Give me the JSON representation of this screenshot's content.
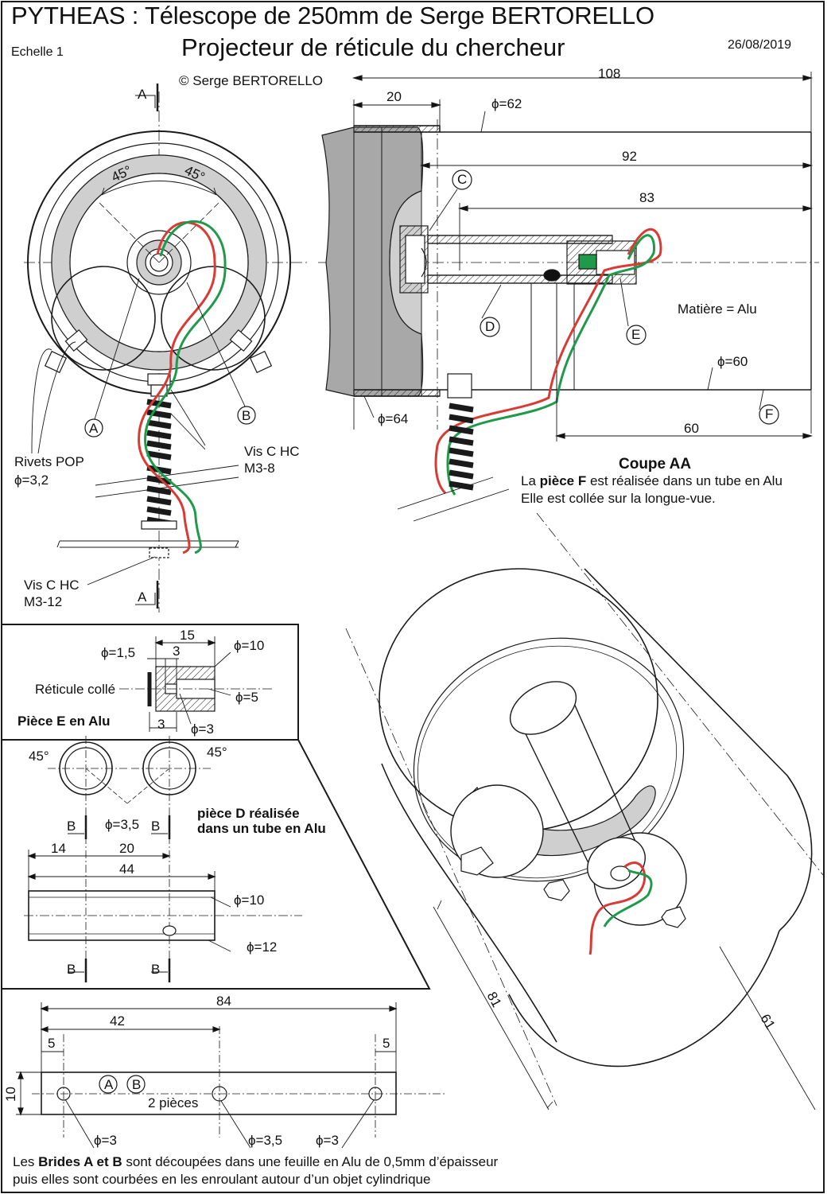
{
  "header": {
    "title": "PYTHEAS : Télescope de 250mm de Serge BERTORELLO",
    "subtitle": "Projecteur de réticule du chercheur",
    "scale": "Echelle 1",
    "date": "26/08/2019",
    "copyright": "© Serge BERTORELLO"
  },
  "front_view": {
    "section_mark": "A",
    "angle_left": "45°",
    "angle_right": "45°",
    "label_a": "A",
    "label_b": "B",
    "rivets": "Rivets POP",
    "rivets_dia": "ϕ=3,2",
    "screw_top_1": "Vis C HC",
    "screw_top_2": "M3-8",
    "screw_bottom_1": "Vis C HC",
    "screw_bottom_2": "M3-12"
  },
  "section_view": {
    "dim_108": "108",
    "dim_20": "20",
    "dim_phi62": "ϕ=62",
    "dim_92": "92",
    "dim_83": "83",
    "label_c": "C",
    "label_d": "D",
    "label_e": "E",
    "label_f": "F",
    "material": "Matière = Alu",
    "dim_phi60": "ϕ=60",
    "dim_phi64": "ϕ=64",
    "dim_60": "60",
    "title": "Coupe AA",
    "note1_pre": "La ",
    "note1_bold": "pièce F",
    "note1_post": " est réalisée dans un tube en Alu",
    "note2": "Elle est collée sur la longue-vue."
  },
  "piece_e": {
    "dim_15": "15",
    "dim_phi15": "ϕ=1,5",
    "dim_3_top": "3",
    "dim_phi10": "ϕ=10",
    "reticle": "Réticule collé",
    "dim_phi5": "ϕ=5",
    "title": "Pièce E en Alu",
    "dim_3_bottom": "3",
    "dim_phi3": "ϕ=3"
  },
  "piece_d": {
    "angle_left": "45°",
    "angle_right": "45°",
    "dim_phi35": "ϕ=3,5",
    "section_mark": "B",
    "title1": "pièce D réalisée",
    "title2": "dans un tube en Alu",
    "dim_14": "14",
    "dim_20": "20",
    "dim_44": "44",
    "dim_phi10": "ϕ=10",
    "dim_phi12": "ϕ=12"
  },
  "brides": {
    "dim_84": "84",
    "dim_42": "42",
    "dim_5_left": "5",
    "dim_5_right": "5",
    "dim_10": "10",
    "label_a": "A",
    "label_b": "B",
    "count": "2 pièces",
    "hole_left": "ϕ=3",
    "hole_mid": "ϕ=3,5",
    "hole_right": "ϕ=3",
    "note1_pre": "Les ",
    "note1_bold": "Brides A et B",
    "note1_post": " sont découpées dans une feuille en Alu de 0,5mm d’épaisseur",
    "note2": "puis elles sont courbées en les enroulant autour d’un objet cylindrique"
  },
  "iso_view": {
    "dim_81": "81",
    "dim_61": "61"
  },
  "colors": {
    "wire_red": "#d83a34",
    "wire_green": "#1f9a4a",
    "fill_gray": "#cfcfcf",
    "dark_gray": "#9a9a9a"
  }
}
